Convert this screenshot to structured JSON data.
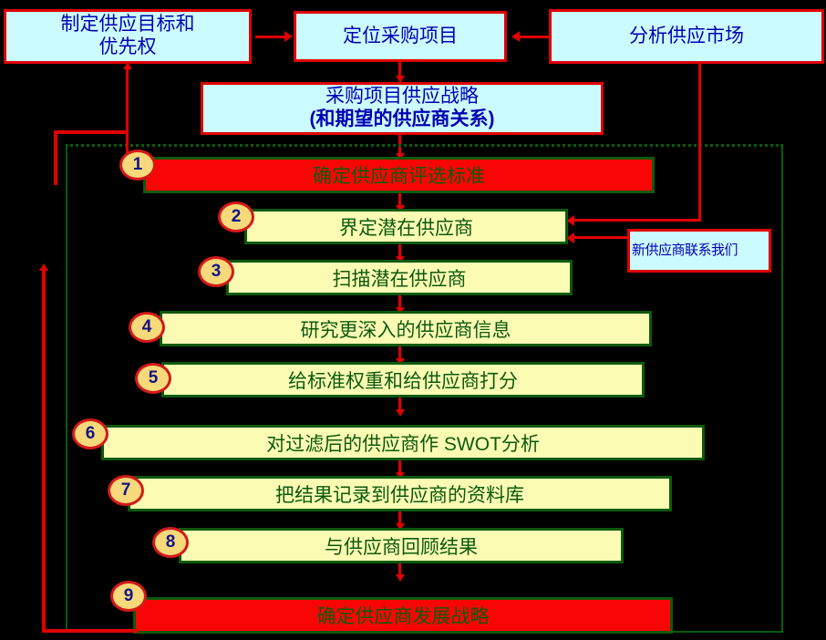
{
  "diagram": {
    "title_boxes": [
      {
        "id": "set-supply-goals",
        "label": "制定供应目标和\n优先权"
      },
      {
        "id": "locate-procurement",
        "label": "定位采购项目"
      },
      {
        "id": "analyze-market",
        "label": "分析供应市场"
      }
    ],
    "strategy_box": {
      "id": "supply-strategy",
      "line1": "采购项目供应战略",
      "line2": "(和期望的供应商关系)"
    },
    "note_box": {
      "id": "new-supplier-contact",
      "label": "新供应商联系我们"
    },
    "steps": [
      {
        "num": "1",
        "label": "确定供应商评选标准",
        "style": "red"
      },
      {
        "num": "2",
        "label": "界定潜在供应商",
        "style": "yellow"
      },
      {
        "num": "3",
        "label": "扫描潜在供应商",
        "style": "yellow"
      },
      {
        "num": "4",
        "label": "研究更深入的供应商信息",
        "style": "yellow"
      },
      {
        "num": "5",
        "label": "给标准权重和给供应商打分",
        "style": "yellow"
      },
      {
        "num": "6",
        "label": "对过滤后的供应商作 SWOT分析",
        "style": "yellow"
      },
      {
        "num": "7",
        "label": "把结果记录到供应商的资料库",
        "style": "yellow"
      },
      {
        "num": "8",
        "label": "与供应商回顾结果",
        "style": "yellow"
      },
      {
        "num": "9",
        "label": "确定供应商发展战略",
        "style": "red"
      }
    ],
    "colors": {
      "background": "#000000",
      "top_box_fill": "#ccfbff",
      "top_box_border": "#e00000",
      "top_box_text": "#0000b4",
      "step_yellow_fill": "#fbfbb4",
      "step_red_fill": "#fa0505",
      "step_border": "#0d5a0d",
      "step_text": "#0d5a0d",
      "badge_fill": "#f5d97a",
      "badge_border": "#d41919",
      "badge_text": "#131388",
      "connector": "#e00000",
      "container_border": "#0a5c0a"
    }
  }
}
